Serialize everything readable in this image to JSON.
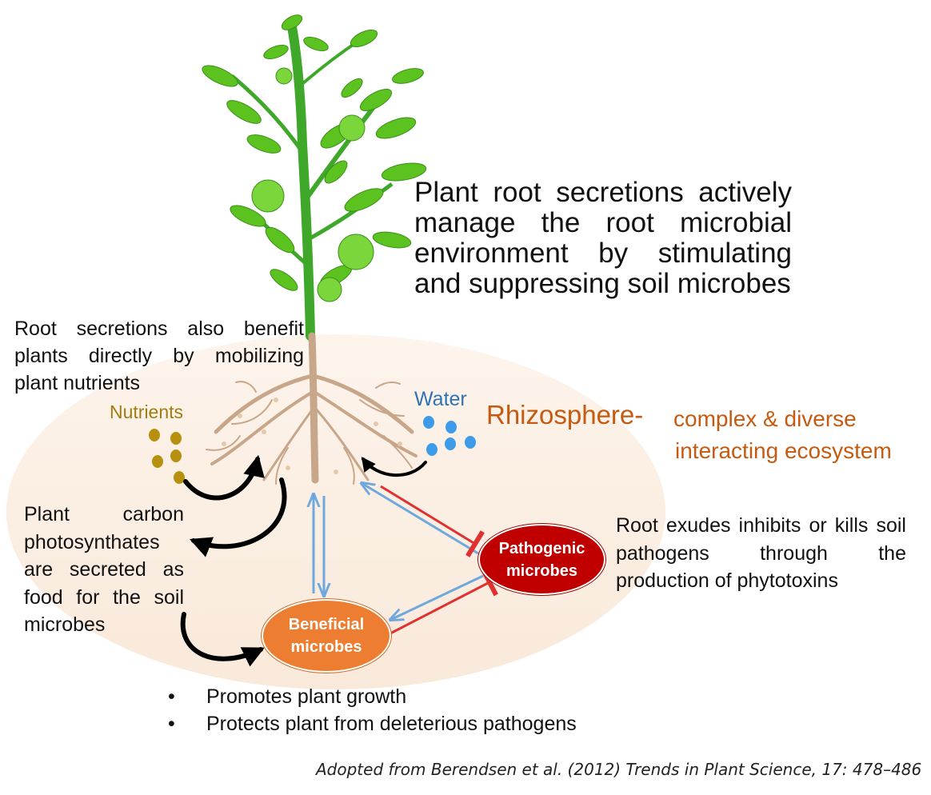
{
  "main_statement": [
    "Plant root secretions actively manage the root microbial environment by stimulating and suppressing soil microbes"
  ],
  "left_note": "Root secretions also benefit plants directly by mobilizing plant nutrients",
  "nutrients_label": "Nutrients",
  "water_label": "Water",
  "rhizosphere": {
    "title": "Rhizosphere-",
    "line1": "complex & diverse",
    "line2": "interacting ecosystem"
  },
  "carbon_note": "Plant carbon photosynthates are secreted as food for the soil microbes",
  "exudes_note": "Root exudes inhibits or kills soil pathogens through the production of phytotoxins",
  "beneficial": {
    "line1": "Beneficial",
    "line2": "microbes"
  },
  "pathogenic": {
    "line1": "Pathogenic",
    "line2": "microbes"
  },
  "bullets": [
    "Promotes plant growth",
    "Protects plant from deleterious pathogens"
  ],
  "citation": "Adopted from Berendsen et al. (2012) Trends in Plant Science, 17: 478–486",
  "colors": {
    "soil": "#fbeee2",
    "leaf": "#5cc21f",
    "stem": "#3fa82a",
    "root": "#c8a68a",
    "nutrient_dot": "#b8900f",
    "water_dot": "#3d9be9",
    "rhizosphere_text": "#c55a11",
    "beneficial": "#ed7d31",
    "pathogenic": "#c00000",
    "arrow_blue": "#6fa8dc",
    "inhibit_red": "#e03030"
  },
  "icons": [
    "plant-illustration",
    "root-system",
    "nutrient-dots",
    "water-droplets"
  ]
}
